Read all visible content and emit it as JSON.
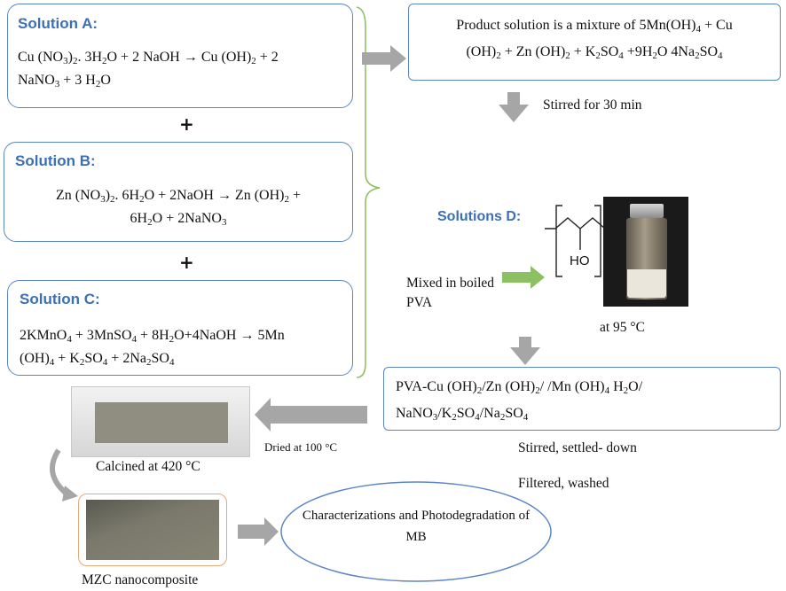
{
  "solution_a": {
    "title": "Solution A:",
    "equation": "Cu (NO₃)₂. 3H₂O + 2 NaOH → Cu (OH)₂ + 2 NaNO₃ + 3 H₂O"
  },
  "solution_b": {
    "title": "Solution B:",
    "equation": "Zn (NO₃)₂. 6H₂O + 2NaOH → Zn (OH)₂ + 6H₂O + 2NaNO₃"
  },
  "solution_c": {
    "title": "Solution C:",
    "equation": "2KMnO₄ + 3MnSO₄ + 8H₂O+4NaOH → 5Mn (OH)₄ + K₂SO₄ + 2Na₂SO₄"
  },
  "plus_sign": "+",
  "product_solution": "Product solution is a mixture of 5Mn(OH)₄ + Cu (OH)₂ + Zn (OH)₂ + K₂SO₄ +9H₂O 4Na₂SO₄",
  "stir_step": "Stirred for 30 min",
  "solutions_d": {
    "title": "Solutions D:",
    "mixed_label": "Mixed in boiled PVA",
    "structure_label": "HO",
    "temperature": "at  95 °C"
  },
  "pva_composite": "PVA-Cu (OH)₂/Zn (OH)₂/ /Mn (OH)₄ H₂O/ NaNO₃/K₂SO₄/Na₂SO₄",
  "stirred_settled": "Stirred, settled- down",
  "filtered_washed": "Filtered, washed",
  "dried": "Dried at 100 °C",
  "calcined": "Calcined at 420 °C",
  "mzc": "MZC nanocomposite",
  "characterization": "Characterizations and Photodegradation of MB",
  "colors": {
    "box_border": "#5b86c5",
    "title_blue": "#3b6fb6",
    "arrow_gray": "#a6a6a6",
    "bracket_green": "#8dc063",
    "arrow_green": "#8dc063",
    "mzc_border": "#e8a878",
    "film_color": "#8f8e80"
  }
}
